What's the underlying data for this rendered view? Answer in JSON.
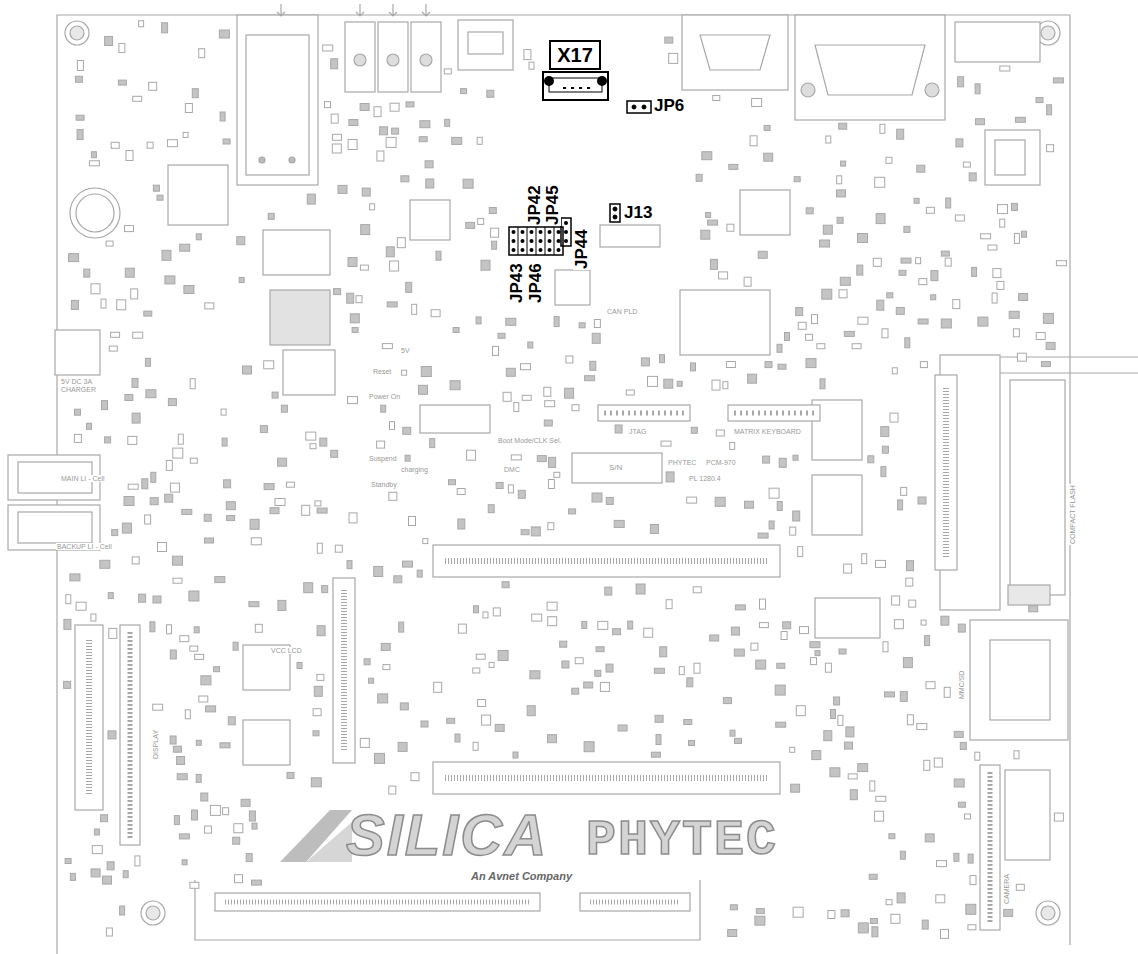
{
  "diagram": {
    "nodes": [
      {
        "text": [
          "X17"
        ]
      }
    ],
    "labels": [
      "JP6",
      "J13",
      "JP42",
      "JP45",
      "JP43",
      "JP46",
      "JP44",
      "5V DC 3A CHARGER",
      "MAIN LI - Cell",
      "BACKUP LI - Cell",
      "Reset",
      "Power On",
      "5V",
      "Suspend",
      "charging",
      "Standby",
      "Boot Mode/CLK Sel.",
      "JTAG",
      "MATRIX KEYBOARD",
      "DMC",
      "S/N",
      "PHYTEC",
      "PCM-970",
      "PL 1280.4",
      "CAN PLD",
      "VCC LCD",
      "DISPLAY",
      "CAMERA",
      "MMC/SD",
      "COMPACT FLASH",
      "SILICA",
      "An Avnet Company",
      "PHYTEC"
    ]
  }
}
